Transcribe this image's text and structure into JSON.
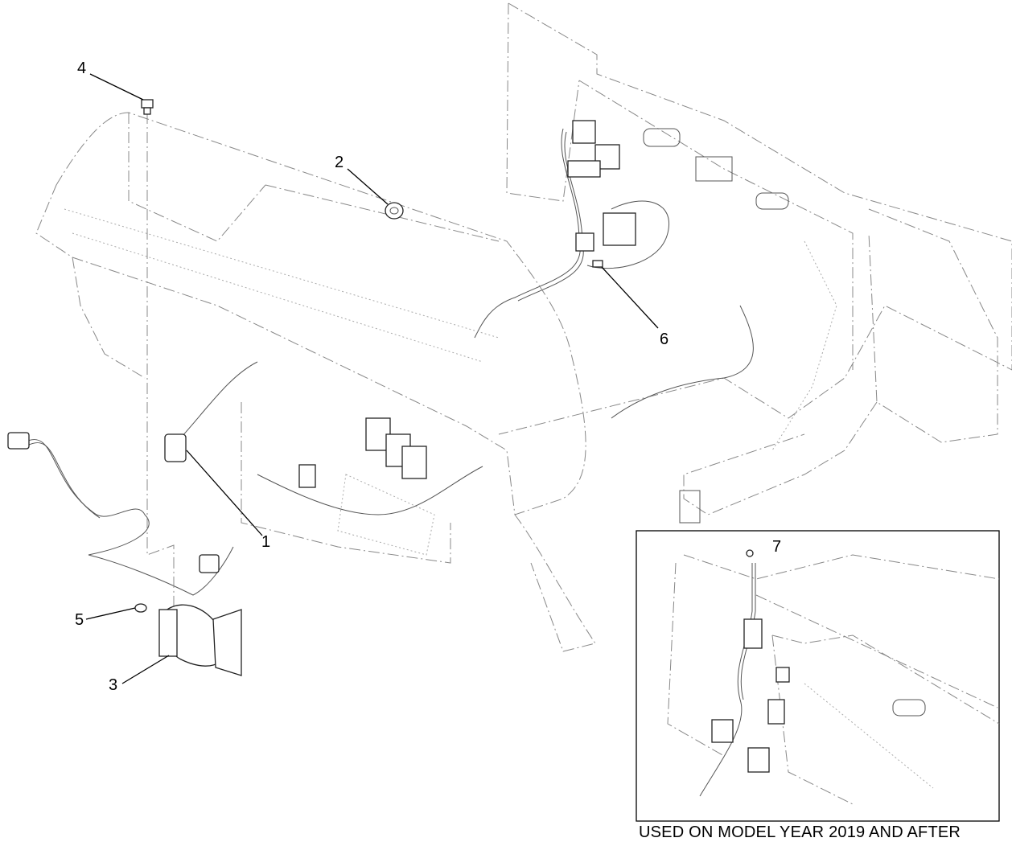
{
  "callouts": [
    {
      "id": "1",
      "label": "1"
    },
    {
      "id": "2",
      "label": "2"
    },
    {
      "id": "3",
      "label": "3"
    },
    {
      "id": "4",
      "label": "4"
    },
    {
      "id": "5",
      "label": "5"
    },
    {
      "id": "6",
      "label": "6"
    },
    {
      "id": "7",
      "label": "7"
    }
  ],
  "inset": {
    "caption": "USED ON MODEL YEAR 2019 AND AFTER"
  }
}
